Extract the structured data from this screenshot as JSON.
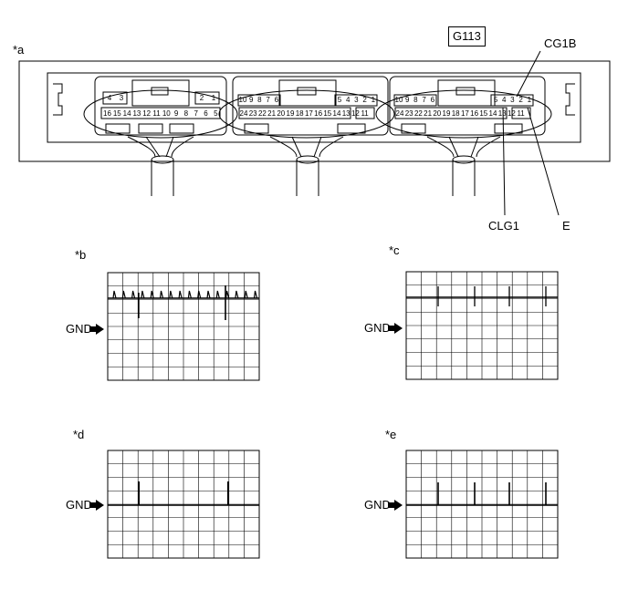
{
  "connector": {
    "callout_a": "*a",
    "code": "G113",
    "pins_block1_top_left": [
      "4",
      "3"
    ],
    "pins_block1_top_right": [
      "2",
      "1"
    ],
    "pins_block1_bottom": [
      "16",
      "15",
      "14",
      "13",
      "12",
      "11",
      "10",
      "9",
      "8",
      "7",
      "6",
      "5"
    ],
    "pins_block2_top_left": [
      "10",
      "9",
      "8",
      "7",
      "6"
    ],
    "pins_block2_top_right": [
      "5",
      "4",
      "3",
      "2",
      "1"
    ],
    "pins_block2_bottom": [
      "24",
      "23",
      "22",
      "21",
      "20",
      "19",
      "18",
      "17",
      "16",
      "15",
      "14",
      "13",
      "12",
      "11"
    ],
    "pins_block3_top_left": [
      "10",
      "9",
      "8",
      "7",
      "6"
    ],
    "pins_block3_top_right": [
      "5",
      "4",
      "3",
      "2",
      "1"
    ],
    "pins_block3_bottom": [
      "24",
      "23",
      "22",
      "21",
      "20",
      "19",
      "18",
      "17",
      "16",
      "15",
      "14",
      "13",
      "12",
      "11"
    ],
    "label_cg1b": "CG1B",
    "label_clg1": "CLG1",
    "label_e": "E"
  },
  "scopes": [
    {
      "callout": "*b",
      "gnd": "GND"
    },
    {
      "callout": "*c",
      "gnd": "GND"
    },
    {
      "callout": "*d",
      "gnd": "GND"
    },
    {
      "callout": "*e",
      "gnd": "GND"
    }
  ]
}
